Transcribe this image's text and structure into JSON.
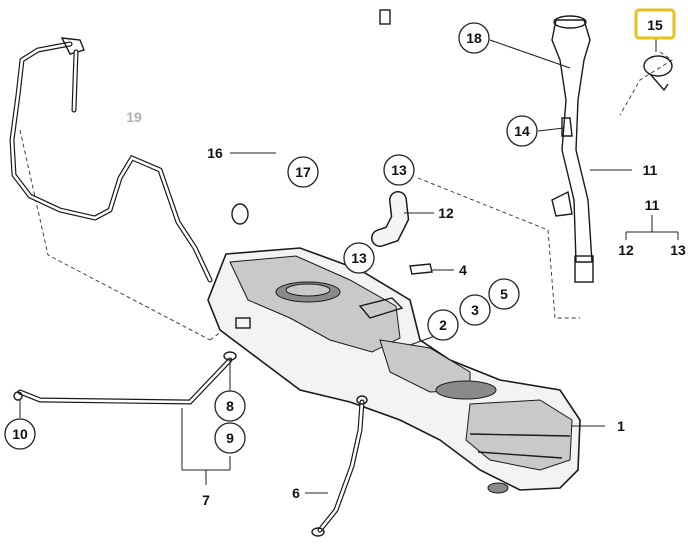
{
  "highlight_color": "#e8c21a",
  "muted_color": "#b0b0b0",
  "callouts": [
    {
      "id": "c15",
      "label": "15",
      "style": "highlight"
    },
    {
      "id": "c18",
      "label": "18",
      "style": "circle"
    },
    {
      "id": "c19",
      "label": "19",
      "style": "muted"
    },
    {
      "id": "c16",
      "label": "16",
      "style": "plain"
    },
    {
      "id": "c17",
      "label": "17",
      "style": "circle"
    },
    {
      "id": "c14",
      "label": "14",
      "style": "circle"
    },
    {
      "id": "c11a",
      "label": "11",
      "style": "plain"
    },
    {
      "id": "c13a",
      "label": "13",
      "style": "circle"
    },
    {
      "id": "c12a",
      "label": "12",
      "style": "plain"
    },
    {
      "id": "c11b",
      "label": "11",
      "style": "plain"
    },
    {
      "id": "c12b",
      "label": "12",
      "style": "plain"
    },
    {
      "id": "c13b",
      "label": "13",
      "style": "plain"
    },
    {
      "id": "c13c",
      "label": "13",
      "style": "circle"
    },
    {
      "id": "c4",
      "label": "4",
      "style": "plain"
    },
    {
      "id": "c5",
      "label": "5",
      "style": "circle"
    },
    {
      "id": "c3",
      "label": "3",
      "style": "circle"
    },
    {
      "id": "c2",
      "label": "2",
      "style": "circle"
    },
    {
      "id": "c1",
      "label": "1",
      "style": "plain"
    },
    {
      "id": "c8",
      "label": "8",
      "style": "circle"
    },
    {
      "id": "c9",
      "label": "9",
      "style": "circle"
    },
    {
      "id": "c10",
      "label": "10",
      "style": "circle"
    },
    {
      "id": "c7",
      "label": "7",
      "style": "plain"
    },
    {
      "id": "c6",
      "label": "6",
      "style": "plain"
    }
  ]
}
